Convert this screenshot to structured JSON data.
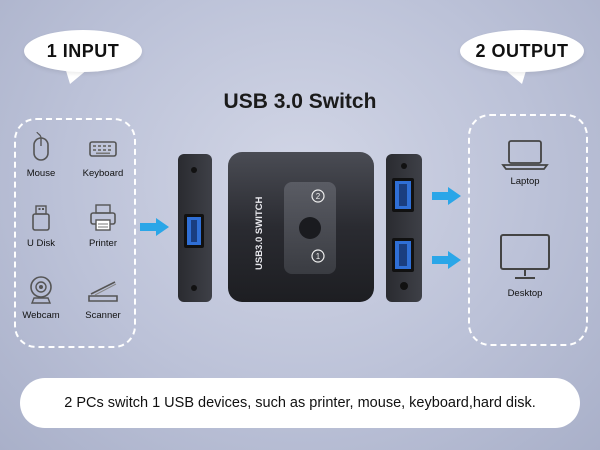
{
  "bubbles": {
    "input": "1 INPUT",
    "output": "2 OUTPUT"
  },
  "title": "USB 3.0 Switch",
  "input_devices": [
    {
      "label": "Mouse",
      "icon": "mouse-icon"
    },
    {
      "label": "Keyboard",
      "icon": "keyboard-icon"
    },
    {
      "label": "U Disk",
      "icon": "usb-drive-icon"
    },
    {
      "label": "Printer",
      "icon": "printer-icon"
    },
    {
      "label": "Webcam",
      "icon": "webcam-icon"
    },
    {
      "label": "Scanner",
      "icon": "scanner-icon"
    }
  ],
  "output_devices": [
    {
      "label": "Laptop",
      "icon": "laptop-icon"
    },
    {
      "label": "Desktop",
      "icon": "desktop-icon"
    }
  ],
  "switch": {
    "body_text": "USB3.0 SWITCH",
    "button_1": "1",
    "button_2": "2"
  },
  "footer": "2 PCs switch 1 USB devices, such as printer, mouse, keyboard,hard disk.",
  "colors": {
    "arrow": "#2aa6e8",
    "device_body": "#2c2d33",
    "usb_port": "#2f6fd6"
  }
}
